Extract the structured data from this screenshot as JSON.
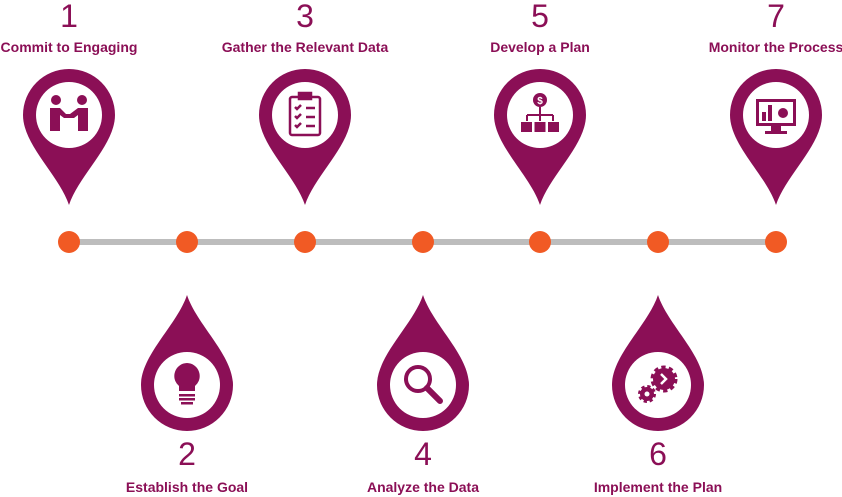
{
  "colors": {
    "primary": "#8b0f56",
    "dot": "#f15a24",
    "line": "#bdbdbd"
  },
  "steps": [
    {
      "number": "1",
      "label": "Commit to Engaging",
      "icon": "handshake-people-icon"
    },
    {
      "number": "2",
      "label": "Establish the Goal",
      "icon": "lightbulb-icon"
    },
    {
      "number": "3",
      "label": "Gather the Relevant Data",
      "icon": "clipboard-checklist-icon"
    },
    {
      "number": "4",
      "label": "Analyze the Data",
      "icon": "magnifier-icon"
    },
    {
      "number": "5",
      "label": "Develop a Plan",
      "icon": "dollar-flowchart-icon"
    },
    {
      "number": "6",
      "label": "Implement the Plan",
      "icon": "gears-icon"
    },
    {
      "number": "7",
      "label": "Monitor the Process",
      "icon": "monitor-chart-icon"
    }
  ]
}
